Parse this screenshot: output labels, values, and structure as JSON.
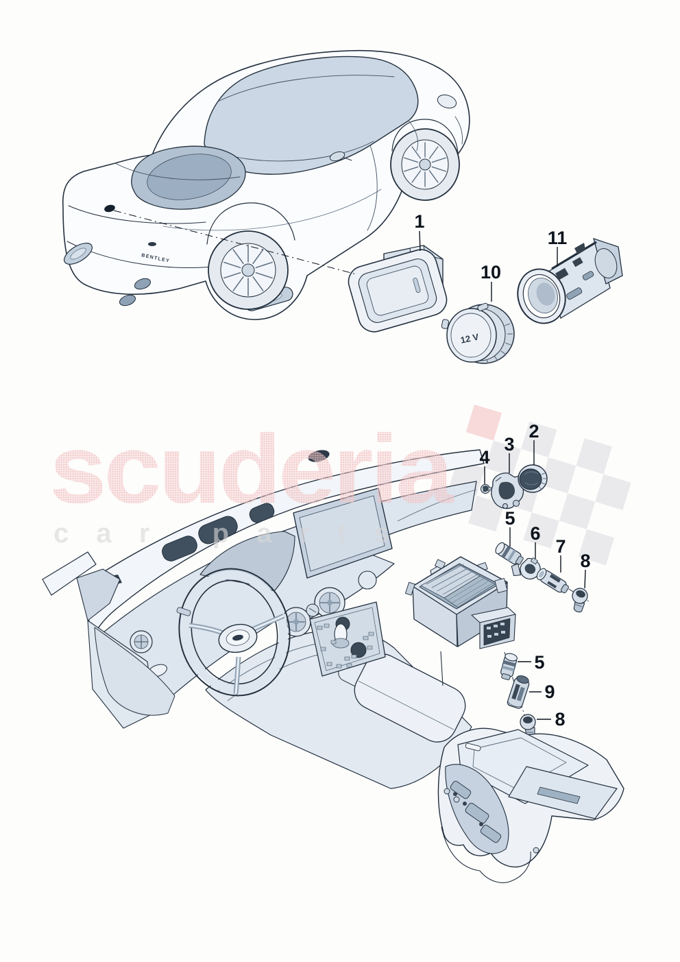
{
  "page": {
    "background": "#fdfdfc",
    "line_color": "#23303e"
  },
  "watermark": {
    "title": "scuderia",
    "subtitle": "car parts",
    "title_color": "#f7d4d4",
    "title_dot_color": "#f0b9b9",
    "subtitle_color": "#d8d8d8",
    "flag_color": "#e9e9ec",
    "flag_accent_color": "#f4caca"
  },
  "part_markings": {
    "socket_cap": "12 V",
    "trunk_badge": "BENTLEY"
  },
  "callouts": [
    {
      "label": "1"
    },
    {
      "label": "10"
    },
    {
      "label": "11"
    },
    {
      "label": "2"
    },
    {
      "label": "3"
    },
    {
      "label": "4"
    },
    {
      "label": "5"
    },
    {
      "label": "6"
    },
    {
      "label": "7"
    },
    {
      "label": "8"
    },
    {
      "label": "5"
    },
    {
      "label": "9"
    },
    {
      "label": "8"
    }
  ]
}
